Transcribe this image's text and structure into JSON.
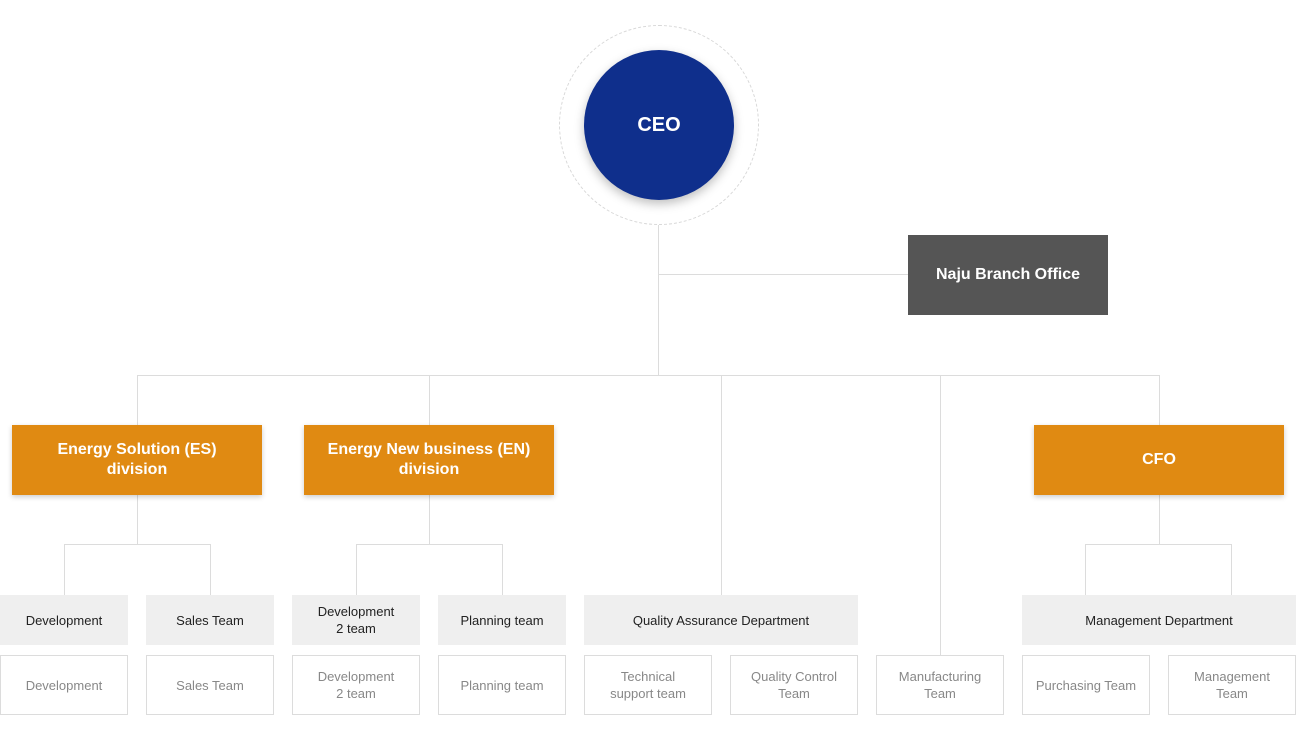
{
  "ceo": "CEO",
  "branch": "Naju Branch Office",
  "divisions": {
    "es": "Energy Solution (ES)\ndivision",
    "en": "Energy New business (EN)\ndivision",
    "cfo": "CFO"
  },
  "departments": {
    "es_development": "Development",
    "es_sales": "Sales Team",
    "en_development2": "Development\n2 team",
    "en_planning": "Planning team",
    "quality_assurance": "Quality Assurance Department",
    "management": "Management Department"
  },
  "teams": {
    "es_development": "Development",
    "es_sales": "Sales Team",
    "en_development2": "Development\n2 team",
    "en_planning": "Planning team",
    "technical_support": "Technical\nsupport team",
    "quality_control": "Quality Control\nTeam",
    "manufacturing": "Manufacturing\nTeam",
    "purchasing": "Purchasing Team",
    "management": "Management Team"
  },
  "colors": {
    "ceo": "#0f2f8c",
    "branch": "#555555",
    "division": "#e08a12",
    "department": "#efefef",
    "connector": "#dcdcdc"
  }
}
